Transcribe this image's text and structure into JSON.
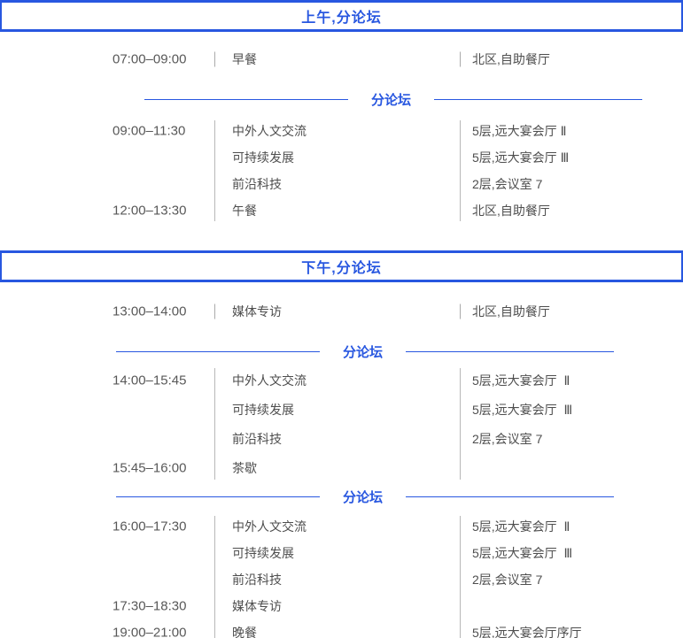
{
  "colors": {
    "accent": "#2857e0",
    "text": "#4e4e4e",
    "time_text": "#585858",
    "line_gray": "#aaaaaa"
  },
  "sections": [
    {
      "banner": "上午,分论坛",
      "groups": [
        {
          "type": "row",
          "time": "07:00–09:00",
          "event": "早餐",
          "location": "北区,自助餐厅"
        },
        {
          "type": "divider",
          "label": "分论坛"
        },
        {
          "type": "block",
          "rows": [
            {
              "time": "09:00–11:30",
              "event": "中外人文交流",
              "location": "5层,远大宴会厅 Ⅱ"
            },
            {
              "time": "",
              "event": "可持续发展",
              "location": "5层,远大宴会厅 Ⅲ"
            },
            {
              "time": "",
              "event": "前沿科技",
              "location": "2层,会议室 7"
            },
            {
              "time": "12:00–13:30",
              "event": "午餐",
              "location": "北区,自助餐厅"
            }
          ]
        }
      ]
    },
    {
      "banner": "下午,分论坛",
      "groups": [
        {
          "type": "row",
          "time": "13:00–14:00",
          "event": "媒体专访",
          "location": "北区,自助餐厅"
        },
        {
          "type": "divider",
          "label": "分论坛"
        },
        {
          "type": "block",
          "rows": [
            {
              "time": "14:00–15:45",
              "event": "中外人文交流",
              "location": "5层,远大宴会厅  Ⅱ"
            },
            {
              "time": "",
              "event": "可持续发展",
              "location": "5层,远大宴会厅  Ⅲ"
            },
            {
              "time": "",
              "event": "前沿科技",
              "location": "2层,会议室 7"
            },
            {
              "time": "15:45–16:00",
              "event": "茶歇",
              "location": ""
            }
          ]
        },
        {
          "type": "divider",
          "label": "分论坛"
        },
        {
          "type": "block",
          "rows": [
            {
              "time": "16:00–17:30",
              "event": "中外人文交流",
              "location": "5层,远大宴会厅  Ⅱ"
            },
            {
              "time": "",
              "event": "可持续发展",
              "location": "5层,远大宴会厅  Ⅲ"
            },
            {
              "time": "",
              "event": "前沿科技",
              "location": "2层,会议室 7"
            },
            {
              "time": "17:30–18:30",
              "event": "媒体专访",
              "location": ""
            },
            {
              "time": "19:00–21:00",
              "event": "晚餐",
              "location": "5层,远大宴会厅序厅"
            }
          ]
        }
      ]
    }
  ]
}
